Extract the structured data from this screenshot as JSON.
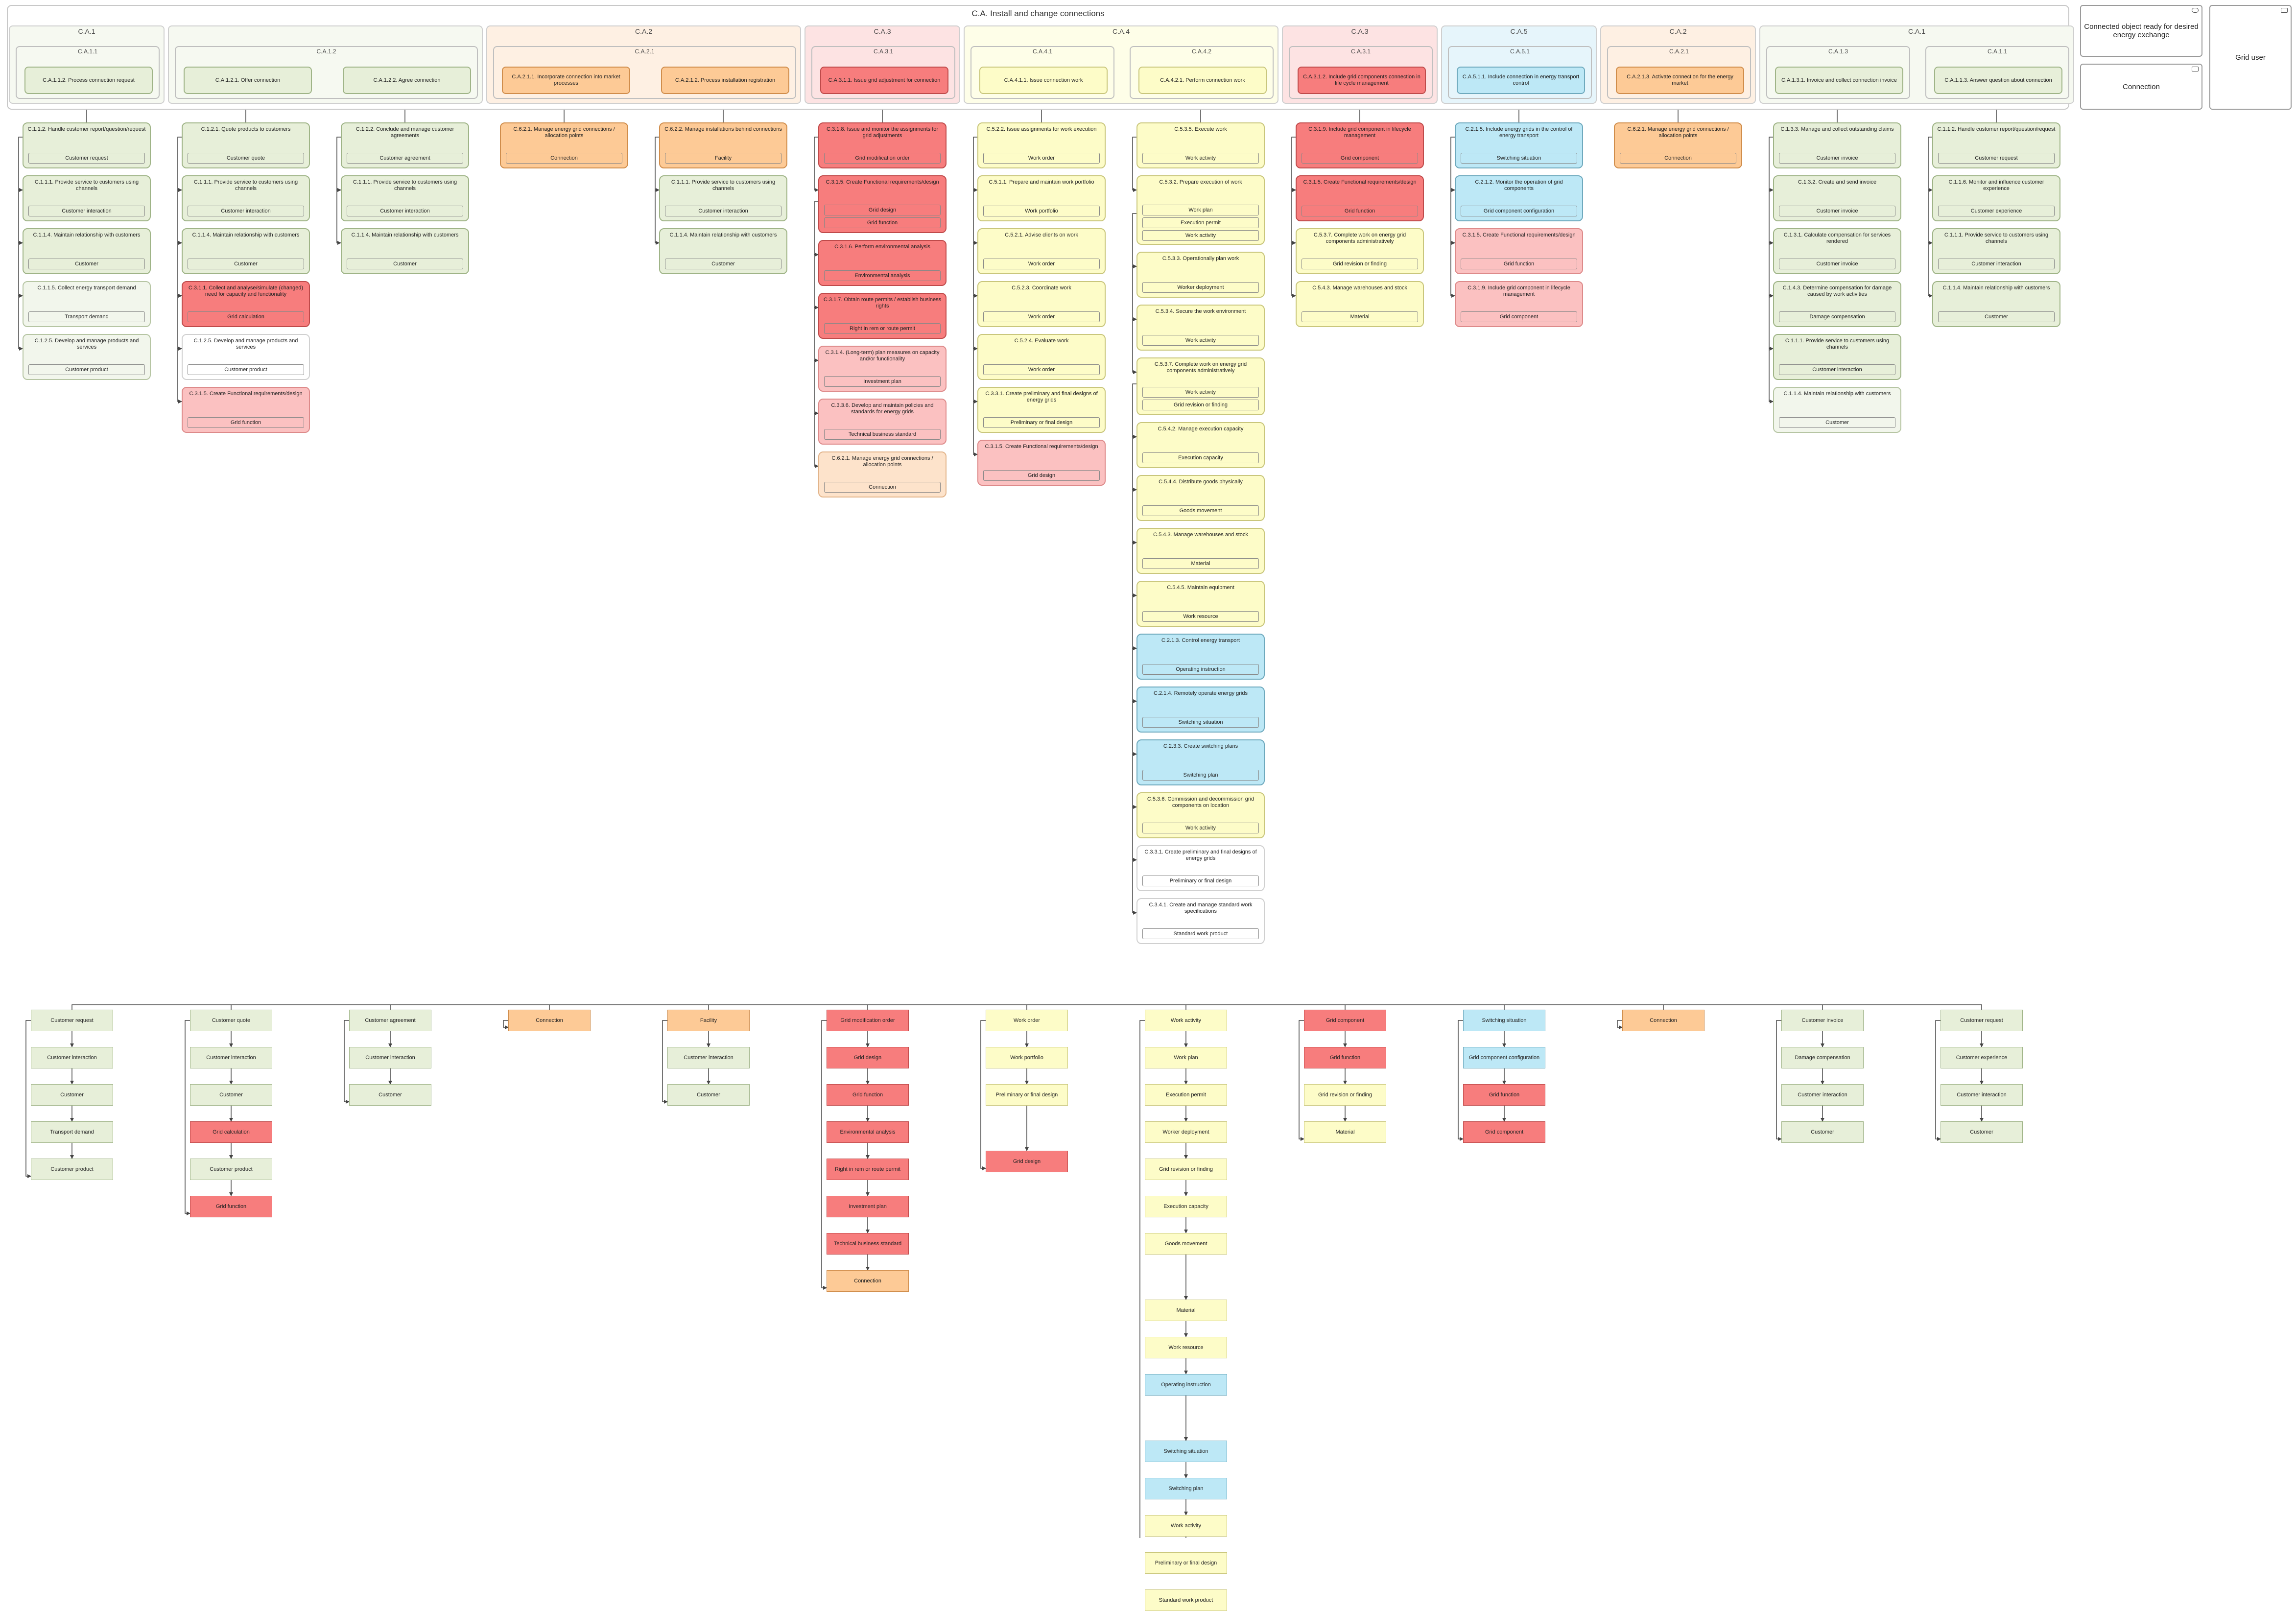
{
  "diagram": {
    "title": "C.A. Install and change connections",
    "side_boxes": [
      {
        "label": "Connected object ready for desired energy exchange",
        "icon": "event-icon"
      },
      {
        "label": "Connection",
        "icon": "object-icon"
      },
      {
        "label": "Grid user",
        "icon": "actor-icon"
      }
    ],
    "lanes": [
      {
        "title": "C.A.1",
        "color": "g",
        "subs": [
          {
            "title": "C.A.1.1",
            "procs": [
              "C.A.1.1.2. Process connection request"
            ]
          }
        ]
      },
      {
        "title": "",
        "color": "g",
        "subs": [
          {
            "title": "C.A.1.2",
            "procs": [
              "C.A.1.2.1. Offer connection",
              "C.A.1.2.2. Agree connection"
            ]
          }
        ]
      },
      {
        "title": "C.A.2",
        "color": "o",
        "subs": [
          {
            "title": "C.A.2.1",
            "procs": [
              "C.A.2.1.1. Incorporate connection into market processes",
              "C.A.2.1.2. Process installation registration"
            ]
          }
        ]
      },
      {
        "title": "C.A.3",
        "color": "r",
        "subs": [
          {
            "title": "C.A.3.1",
            "procs": [
              "C.A.3.1.1. Issue grid adjustment for connection"
            ]
          }
        ]
      },
      {
        "title": "C.A.4",
        "color": "y",
        "subs": [
          {
            "title": "C.A.4.1",
            "procs": [
              "C.A.4.1.1. Issue connection work"
            ]
          },
          {
            "title": "C.A.4.2",
            "procs": [
              "C.A.4.2.1. Perform connection work"
            ]
          }
        ]
      },
      {
        "title": "C.A.3",
        "color": "r",
        "subs": [
          {
            "title": "C.A.3.1",
            "procs": [
              "C.A.3.1.2. Include grid components connection in life cycle management"
            ]
          }
        ]
      },
      {
        "title": "C.A.5",
        "color": "b",
        "subs": [
          {
            "title": "C.A.5.1",
            "procs": [
              "C.A.5.1.1. Include connection in energy transport control"
            ]
          }
        ]
      },
      {
        "title": "C.A.2",
        "color": "o",
        "subs": [
          {
            "title": "C.A.2.1",
            "procs": [
              "C.A.2.1.3. Activate connection for the energy market"
            ]
          }
        ]
      },
      {
        "title": "C.A.1",
        "color": "g",
        "subs": [
          {
            "title": "C.A.1.3",
            "procs": [
              "C.A.1.3.1. Invoice and collect connection invoice"
            ]
          },
          {
            "title": "C.A.1.1",
            "procs": [
              "C.A.1.1.3. Answer question about connection"
            ]
          }
        ]
      }
    ],
    "columns": [
      {
        "cards": [
          {
            "title": "C.1.1.2. Handle customer report/question/request",
            "obj": "Customer request",
            "c": "g"
          },
          {
            "title": "C.1.1.1. Provide service to customers using channels",
            "obj": "Customer interaction",
            "c": "g"
          },
          {
            "title": "C.1.1.4. Maintain relationship with customers",
            "obj": "Customer",
            "c": "g"
          },
          {
            "title": "C.1.1.5. Collect energy transport demand",
            "obj": "Transport demand",
            "c": "gl"
          },
          {
            "title": "C.1.2.5. Develop and manage products and services",
            "obj": "Customer product",
            "c": "gl"
          }
        ]
      },
      {
        "cards": [
          {
            "title": "C.1.2.1. Quote products to customers",
            "obj": "Customer quote",
            "c": "g"
          },
          {
            "title": "C.1.1.1. Provide service to customers using channels",
            "obj": "Customer interaction",
            "c": "g"
          },
          {
            "title": "C.1.1.4. Maintain relationship with customers",
            "obj": "Customer",
            "c": "g"
          },
          {
            "title": "C.3.1.1. Collect and analyse/simulate (changed) need for capacity and functionality",
            "obj": "Grid calculation",
            "c": "r"
          },
          {
            "title": "C.1.2.5. Develop and manage products and services",
            "obj": "Customer product",
            "c": "w"
          },
          {
            "title": "C.3.1.5. Create Functional requirements/design",
            "obj": "Grid function",
            "c": "rl"
          }
        ]
      },
      {
        "cards": [
          {
            "title": "C.1.2.2. Conclude and manage customer agreements",
            "obj": "Customer agreement",
            "c": "g"
          },
          {
            "title": "C.1.1.1. Provide service to customers using channels",
            "obj": "Customer interaction",
            "c": "g"
          },
          {
            "title": "C.1.1.4. Maintain relationship with customers",
            "obj": "Customer",
            "c": "g"
          }
        ]
      },
      {
        "cards": [
          {
            "title": "C.6.2.1. Manage energy grid connections / allocation points",
            "obj": "Connection",
            "c": "o"
          }
        ]
      },
      {
        "cards": [
          {
            "title": "C.6.2.2. Manage installations behind connections",
            "obj": "Facility",
            "c": "o"
          },
          {
            "title": "C.1.1.1. Provide service to customers using channels",
            "obj": "Customer interaction",
            "c": "g"
          },
          {
            "title": "C.1.1.4. Maintain relationship with customers",
            "obj": "Customer",
            "c": "g"
          }
        ]
      },
      {
        "cards": [
          {
            "title": "C.3.1.8. Issue and monitor the assignments for grid adjustments",
            "obj": "Grid modification order",
            "c": "r"
          },
          {
            "title": "C.3.1.5. Create Functional requirements/design",
            "obj": "Grid design",
            "obj2": "Grid function",
            "c": "r"
          },
          {
            "title": "C.3.1.6. Perform environmental analysis",
            "obj": "Environmental analysis",
            "c": "r"
          },
          {
            "title": "C.3.1.7. Obtain route permits / establish business rights",
            "obj": "Right in rem or route permit",
            "c": "r"
          },
          {
            "title": "C.3.1.4. (Long-term) plan measures on capacity and/or functionality",
            "obj": "Investment plan",
            "c": "rl"
          },
          {
            "title": "C.3.3.6. Develop and maintain policies and standards for energy grids",
            "obj": "Technical business standard",
            "c": "rl"
          },
          {
            "title": "C.6.2.1. Manage energy grid connections / allocation points",
            "obj": "Connection",
            "c": "ol"
          }
        ]
      },
      {
        "cards": [
          {
            "title": "C.5.2.2. Issue assignments for work execution",
            "obj": "Work order",
            "c": "y"
          },
          {
            "title": "C.5.1.1. Prepare and maintain work portfolio",
            "obj": "Work portfolio",
            "c": "y"
          },
          {
            "title": "C.5.2.1. Advise clients on work",
            "obj": "Work order",
            "c": "y"
          },
          {
            "title": "C.5.2.3. Coordinate work",
            "obj": "Work order",
            "c": "y"
          },
          {
            "title": "C.5.2.4. Evaluate work",
            "obj": "Work order",
            "c": "y"
          },
          {
            "title": "C.3.3.1. Create preliminary and final designs of energy grids",
            "obj": "Preliminary or final design",
            "c": "y"
          },
          {
            "title": "C.3.1.5. Create Functional requirements/design",
            "obj": "Grid design",
            "c": "rl"
          }
        ]
      },
      {
        "cards": [
          {
            "title": "C.5.3.5. Execute work",
            "obj": "Work activity",
            "c": "y"
          },
          {
            "title": "C.5.3.2. Prepare execution of work",
            "obj": "Work plan",
            "obj2": "Execution permit",
            "obj3": "Work activity",
            "c": "y"
          },
          {
            "title": "C.5.3.3. Operationally plan work",
            "obj": "Worker deployment",
            "c": "y"
          },
          {
            "title": "C.5.3.4. Secure the work environment",
            "obj": "Work activity",
            "c": "y"
          },
          {
            "title": "C.5.3.7. Complete work on energy grid components administratively",
            "obj": "Work activity",
            "obj2": "Grid revision or finding",
            "c": "y"
          },
          {
            "title": "C.5.4.2. Manage execution capacity",
            "obj": "Execution capacity",
            "c": "y"
          },
          {
            "title": "C.5.4.4. Distribute goods physically",
            "obj": "Goods movement",
            "c": "y"
          },
          {
            "title": "C.5.4.3. Manage warehouses and stock",
            "obj": "Material",
            "c": "y"
          },
          {
            "title": "C.5.4.5. Maintain equipment",
            "obj": "Work resource",
            "c": "y"
          },
          {
            "title": "C.2.1.3. Control energy transport",
            "obj": "Operating instruction",
            "c": "b"
          },
          {
            "title": "C.2.1.4. Remotely operate energy grids",
            "obj": "Switching situation",
            "c": "b"
          },
          {
            "title": "C.2.3.3. Create switching plans",
            "obj": "Switching plan",
            "c": "b"
          },
          {
            "title": "C.5.3.6. Commission and decommission grid components on location",
            "obj": "Work activity",
            "c": "y"
          },
          {
            "title": "C.3.3.1. Create preliminary and final designs of energy grids",
            "obj": "Preliminary or final design",
            "c": "w"
          },
          {
            "title": "C.3.4.1. Create and manage standard work specifications",
            "obj": "Standard work product",
            "c": "w"
          }
        ]
      },
      {
        "cards": [
          {
            "title": "C.3.1.9. Include grid component in lifecycle management",
            "obj": "Grid component",
            "c": "r"
          },
          {
            "title": "C.3.1.5. Create Functional requirements/design",
            "obj": "Grid function",
            "c": "r"
          },
          {
            "title": "C.5.3.7. Complete work on energy grid components administratively",
            "obj": "Grid revision or finding",
            "c": "y"
          },
          {
            "title": "C.5.4.3. Manage warehouses and stock",
            "obj": "Material",
            "c": "y"
          }
        ]
      },
      {
        "cards": [
          {
            "title": "C.2.1.5. Include energy grids in the control of energy transport",
            "obj": "Switching situation",
            "c": "b"
          },
          {
            "title": "C.2.1.2. Monitor the operation of grid components",
            "obj": "Grid component configuration",
            "c": "b"
          },
          {
            "title": "C.3.1.5. Create Functional requirements/design",
            "obj": "Grid function",
            "c": "rl"
          },
          {
            "title": "C.3.1.9. Include grid component in lifecycle management",
            "obj": "Grid component",
            "c": "rl"
          }
        ]
      },
      {
        "cards": [
          {
            "title": "C.6.2.1. Manage energy grid connections / allocation points",
            "obj": "Connection",
            "c": "o"
          }
        ]
      },
      {
        "cards": [
          {
            "title": "C.1.3.3. Manage and collect outstanding claims",
            "obj": "Customer invoice",
            "c": "g"
          },
          {
            "title": "C.1.3.2. Create and send invoice",
            "obj": "Customer invoice",
            "c": "g"
          },
          {
            "title": "C.1.3.1. Calculate compensation for services rendered",
            "obj": "Customer invoice",
            "c": "g"
          },
          {
            "title": "C.1.4.3. Determine compensation for damage caused by work activities",
            "obj": "Damage compensation",
            "c": "g"
          },
          {
            "title": "C.1.1.1. Provide service to customers using channels",
            "obj": "Customer interaction",
            "c": "g"
          },
          {
            "title": "C.1.1.4. Maintain relationship with customers",
            "obj": "Customer",
            "c": "gl"
          }
        ]
      },
      {
        "cards": [
          {
            "title": "C.1.1.2. Handle customer report/question/request",
            "obj": "Customer request",
            "c": "g"
          },
          {
            "title": "C.1.1.6. Monitor and influence customer experience",
            "obj": "Customer experience",
            "c": "g"
          },
          {
            "title": "C.1.1.1. Provide service to customers using channels",
            "obj": "Customer interaction",
            "c": "g"
          },
          {
            "title": "C.1.1.4. Maintain relationship with customers",
            "obj": "Customer",
            "c": "g"
          }
        ]
      }
    ],
    "trees": [
      [
        {
          "t": "Customer request",
          "c": "g"
        },
        {
          "t": "Customer interaction",
          "c": "g"
        },
        {
          "t": "Customer",
          "c": "g"
        },
        {
          "t": "Transport demand",
          "c": "g"
        },
        {
          "t": "Customer product",
          "c": "g"
        }
      ],
      [
        {
          "t": "Customer quote",
          "c": "g"
        },
        {
          "t": "Customer interaction",
          "c": "g"
        },
        {
          "t": "Customer",
          "c": "g"
        },
        {
          "t": "Grid calculation",
          "c": "r"
        },
        {
          "t": "Customer product",
          "c": "g"
        },
        {
          "t": "Grid function",
          "c": "r"
        }
      ],
      [
        {
          "t": "Customer agreement",
          "c": "g"
        },
        {
          "t": "Customer interaction",
          "c": "g"
        },
        {
          "t": "Customer",
          "c": "g"
        }
      ],
      [
        {
          "t": "Connection",
          "c": "o"
        }
      ],
      [
        {
          "t": "Facility",
          "c": "o"
        },
        {
          "t": "Customer interaction",
          "c": "g"
        },
        {
          "t": "Customer",
          "c": "g"
        }
      ],
      [
        {
          "t": "Grid modification order",
          "c": "r"
        },
        {
          "t": "Grid design",
          "c": "r"
        },
        {
          "t": "Grid function",
          "c": "r"
        },
        {
          "t": "Environmental analysis",
          "c": "r"
        },
        {
          "t": "Right in rem or route permit",
          "c": "r"
        },
        {
          "t": "Investment plan",
          "c": "r"
        },
        {
          "t": "Technical business standard",
          "c": "r"
        },
        {
          "t": "Connection",
          "c": "o"
        }
      ],
      [
        {
          "t": "Work order",
          "c": "y"
        },
        {
          "t": "Work portfolio",
          "c": "y"
        },
        {
          "t": "Preliminary or final design",
          "c": "y"
        },
        {
          "t": "Grid design",
          "c": "r",
          "gap": true
        }
      ],
      [
        {
          "t": "Work activity",
          "c": "y"
        },
        {
          "t": "Work plan",
          "c": "y"
        },
        {
          "t": "Execution permit",
          "c": "y"
        },
        {
          "t": "Worker deployment",
          "c": "y"
        },
        {
          "t": "Grid revision or finding",
          "c": "y"
        },
        {
          "t": "Execution capacity",
          "c": "y"
        },
        {
          "t": "Goods movement",
          "c": "y"
        },
        {
          "t": "Material",
          "c": "y",
          "gap": true
        },
        {
          "t": "Work resource",
          "c": "y"
        },
        {
          "t": "Operating instruction",
          "c": "b"
        },
        {
          "t": "Switching situation",
          "c": "b",
          "gap": true
        },
        {
          "t": "Switching plan",
          "c": "b"
        },
        {
          "t": "Work activity",
          "c": "y"
        },
        {
          "t": "Preliminary or final design",
          "c": "y"
        },
        {
          "t": "Standard work product",
          "c": "y"
        }
      ],
      [
        {
          "t": "Grid component",
          "c": "r"
        },
        {
          "t": "Grid function",
          "c": "r"
        },
        {
          "t": "Grid revision or finding",
          "c": "y"
        },
        {
          "t": "Material",
          "c": "y"
        }
      ],
      [
        {
          "t": "Switching situation",
          "c": "b"
        },
        {
          "t": "Grid component configuration",
          "c": "b"
        },
        {
          "t": "Grid function",
          "c": "r"
        },
        {
          "t": "Grid component",
          "c": "r"
        }
      ],
      [
        {
          "t": "Connection",
          "c": "o"
        }
      ],
      [
        {
          "t": "Customer invoice",
          "c": "g"
        },
        {
          "t": "Damage compensation",
          "c": "g"
        },
        {
          "t": "Customer interaction",
          "c": "g"
        },
        {
          "t": "Customer",
          "c": "g"
        }
      ],
      [
        {
          "t": "Customer request",
          "c": "g"
        },
        {
          "t": "Customer experience",
          "c": "g"
        },
        {
          "t": "Customer interaction",
          "c": "g"
        },
        {
          "t": "Customer",
          "c": "g"
        }
      ]
    ]
  }
}
